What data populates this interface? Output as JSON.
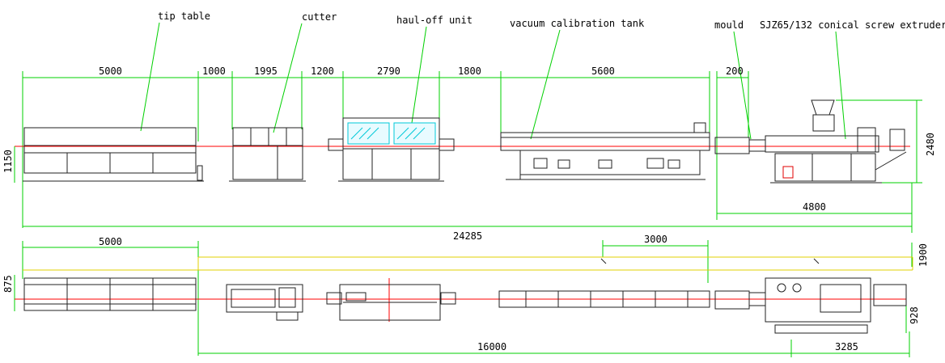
{
  "labels": {
    "tip_table": "tip table",
    "cutter": "cutter",
    "haul_off": "haul-off unit",
    "vacuum_tank": "vacuum calibration tank",
    "mould": "mould",
    "extruder": "SJZ65/132 conical screw extruder"
  },
  "side_view": {
    "dim_tip_table": "5000",
    "dim_gap1": "1000",
    "dim_cutter": "1995",
    "dim_gap2": "1200",
    "dim_haul_off": "2790",
    "dim_gap3": "1800",
    "dim_vacuum": "5600",
    "dim_mould_gap": "200",
    "dim_height_left": "1150",
    "dim_height_right": "2480",
    "dim_extruder_len": "4800",
    "dim_total": "24285"
  },
  "top_view": {
    "dim_tip_table": "5000",
    "dim_3000": "3000",
    "dim_1900": "1900",
    "dim_875": "875",
    "dim_928": "928",
    "dim_16000": "16000",
    "dim_3285": "3285"
  },
  "colors": {
    "dimension": "#00d000",
    "centerline": "#ff0000",
    "outline": "#222222",
    "layout": "#e0d000",
    "glass": "#00c8d8"
  }
}
